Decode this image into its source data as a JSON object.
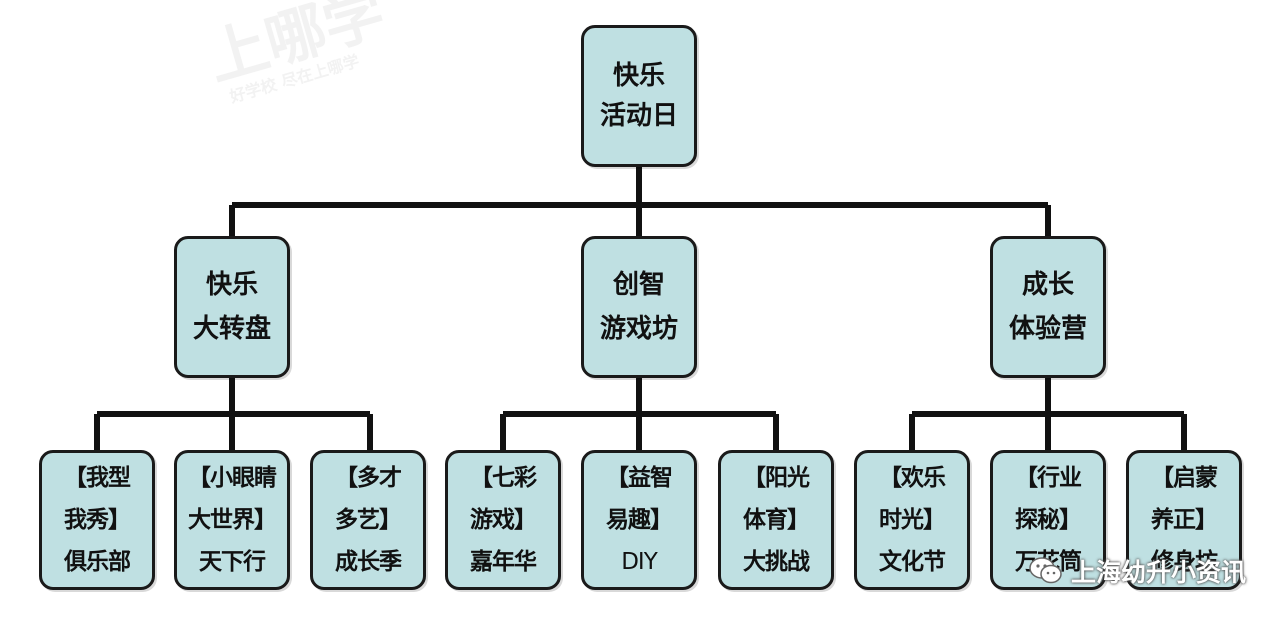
{
  "tree": {
    "root": {
      "lines": [
        "快乐",
        "活动日"
      ]
    },
    "branches": [
      {
        "lines": [
          "快乐",
          "大转盘"
        ],
        "children": [
          {
            "lines": [
              "【我型",
              "我秀】",
              "俱乐部"
            ]
          },
          {
            "lines": [
              "【小眼睛",
              "大世界】",
              "天下行"
            ]
          },
          {
            "lines": [
              "【多才",
              "多艺】",
              "成长季"
            ]
          }
        ]
      },
      {
        "lines": [
          "创智",
          "游戏坊"
        ],
        "children": [
          {
            "lines": [
              "【七彩",
              "游戏】",
              "嘉年华"
            ]
          },
          {
            "lines": [
              "【益智",
              "易趣】",
              "DIY"
            ]
          },
          {
            "lines": [
              "【阳光",
              "体育】",
              "大挑战"
            ]
          }
        ]
      },
      {
        "lines": [
          "成长",
          "体验营"
        ],
        "children": [
          {
            "lines": [
              "【欢乐",
              "时光】",
              "文化节"
            ]
          },
          {
            "lines": [
              "【行业",
              "探秘】",
              "万花筒"
            ]
          },
          {
            "lines": [
              "【启蒙",
              "养正】",
              "修身坊"
            ]
          }
        ]
      }
    ]
  },
  "watermark": {
    "logo": "上哪学",
    "tagline": "好学校 尽在上哪学"
  },
  "badge": {
    "icon": "wechat-icon",
    "text": "上海幼升小资讯"
  },
  "colors": {
    "node_fill": "#bfe0e2",
    "node_border": "#1a1a1a",
    "line": "#111111"
  }
}
